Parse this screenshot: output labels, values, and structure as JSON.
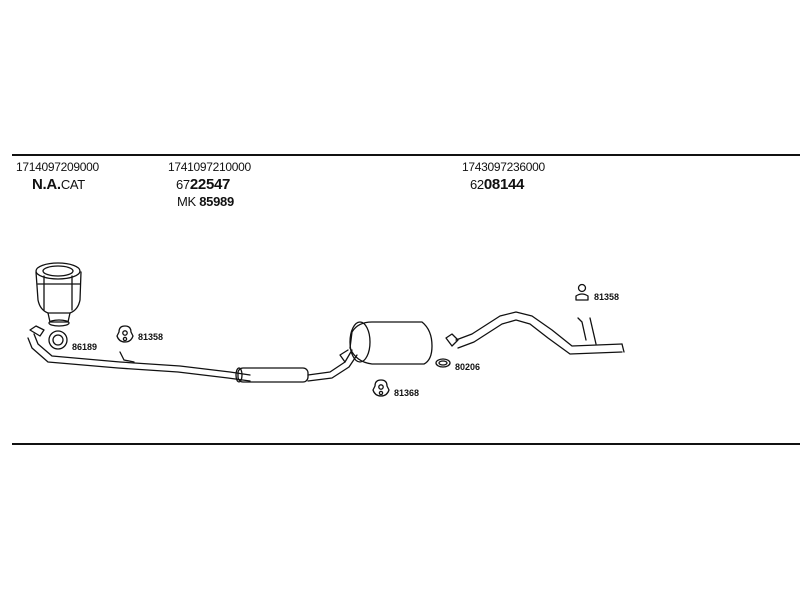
{
  "sections": [
    {
      "code": "1714097209000",
      "label_main": "N.A.",
      "label_suffix": "CAT"
    },
    {
      "code": "1741097210000",
      "number_lead": "67",
      "number_main": "22547",
      "mk_prefix": "MK",
      "mk_number": "85989"
    },
    {
      "code": "1743097236000",
      "number_lead": "62",
      "number_main": "08144"
    }
  ],
  "part_labels": {
    "ring_gasket": "86189",
    "clamp_front": "81358",
    "clamp_rear_top": "81358",
    "ring_mid": "80206",
    "clamp_under_muffler": "81368"
  }
}
